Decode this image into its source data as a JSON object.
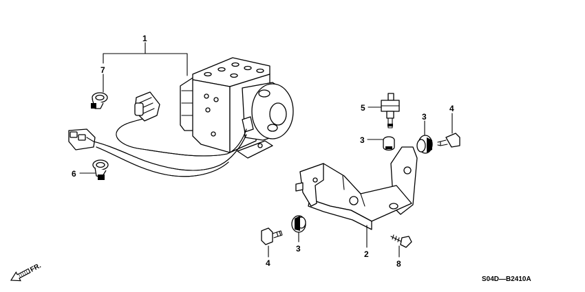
{
  "diagram": {
    "callouts": [
      {
        "id": "c1",
        "label": "1"
      },
      {
        "id": "c7",
        "label": "7"
      },
      {
        "id": "c6",
        "label": "6"
      },
      {
        "id": "c5",
        "label": "5"
      },
      {
        "id": "c3a",
        "label": "3"
      },
      {
        "id": "c3b",
        "label": "3"
      },
      {
        "id": "c4a",
        "label": "4"
      },
      {
        "id": "c2",
        "label": "2"
      },
      {
        "id": "c4b",
        "label": "4"
      },
      {
        "id": "c3c",
        "label": "3"
      },
      {
        "id": "c8",
        "label": "8"
      }
    ],
    "direction_label": "FR.",
    "diagram_code": "S04D—B2410A"
  }
}
